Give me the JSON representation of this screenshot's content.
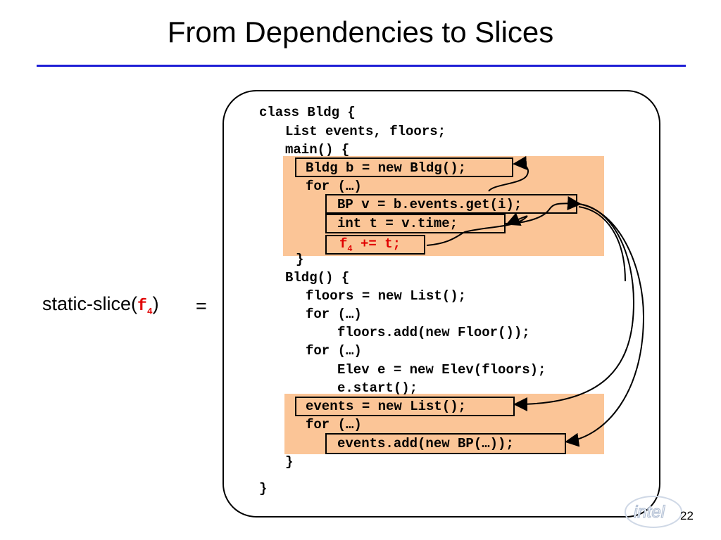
{
  "slide": {
    "title": "From Dependencies to Slices",
    "page_number": "22",
    "logo_text": "intel"
  },
  "left": {
    "label_prefix": "static-slice(",
    "label_var": "f",
    "label_sub": "4",
    "label_suffix": ")",
    "equals": "="
  },
  "code": {
    "lines": [
      "class Bldg {",
      "List events, floors;",
      "main() {",
      "Bldg b = new Bldg();",
      "for (…)",
      "BP v = b.events.get(i);",
      "int t = v.time;",
      "+= t;",
      "}",
      "Bldg() {",
      "floors = new List();",
      "for (…)",
      "floors.add(new Floor());",
      "for (…)",
      "Elev e = new Elev(floors);",
      "e.start();",
      "events = new List();",
      "for (…)",
      "events.add(new BP(…));",
      "}",
      "}"
    ],
    "f_var": "f",
    "f_sub": "4"
  },
  "colors": {
    "highlight": "#fbc597",
    "rule": "#1f1fd6",
    "accent_red": "#e00000"
  }
}
